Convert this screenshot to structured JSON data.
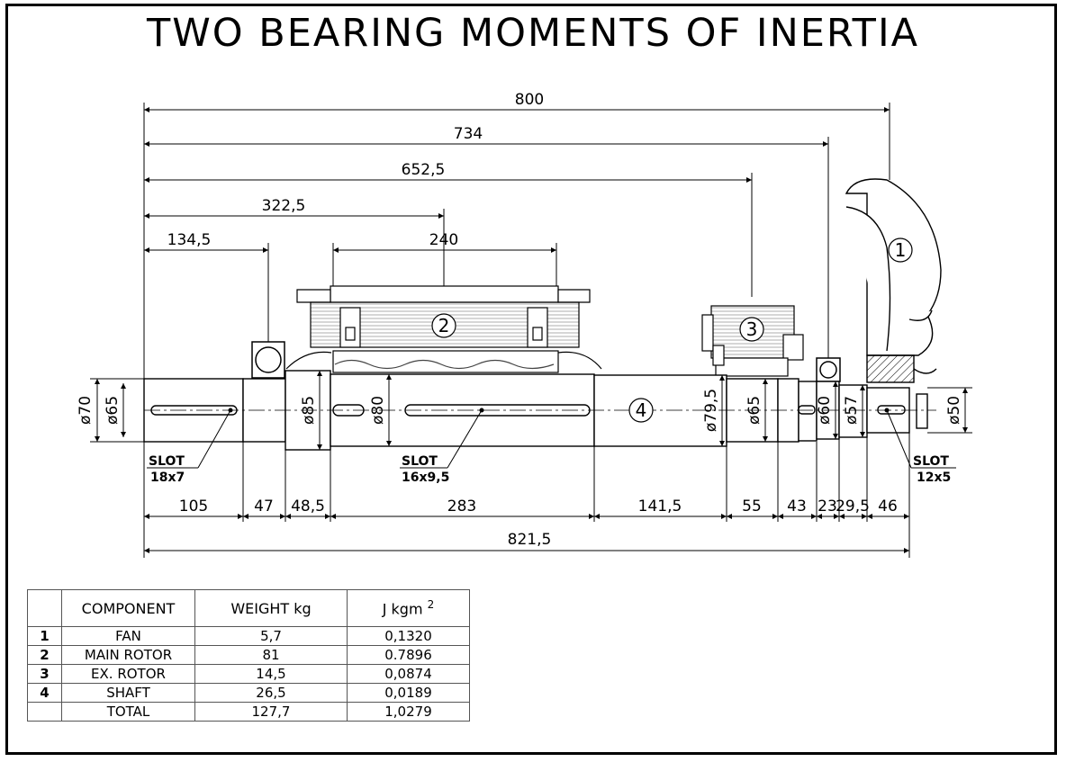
{
  "title": "TWO BEARING MOMENTS OF INERTIA",
  "dimensions": {
    "top": [
      "800",
      "734",
      "652,5",
      "322,5",
      "134,5",
      "240"
    ],
    "bottom": [
      "105",
      "47",
      "48,5",
      "283",
      "141,5",
      "55",
      "43",
      "23",
      "29,5",
      "46"
    ],
    "total": "821,5"
  },
  "diameters": [
    "ø70",
    "ø65",
    "ø85",
    "ø80",
    "ø79,5",
    "ø65",
    "ø60",
    "ø57",
    "ø50"
  ],
  "slots": [
    {
      "label": "SLOT",
      "size": "18x7"
    },
    {
      "label": "SLOT",
      "size": "16x9,5"
    },
    {
      "label": "SLOT",
      "size": "12x5"
    }
  ],
  "bubbles": [
    "1",
    "2",
    "3",
    "4"
  ],
  "table": {
    "headers": {
      "component": "COMPONENT",
      "weight": "WEIGHT  kg",
      "inertia": "J  kgm",
      "inertia_exp": "2"
    },
    "rows": [
      {
        "index": "1",
        "component": "FAN",
        "weight": "5,7",
        "inertia": "0,1320"
      },
      {
        "index": "2",
        "component": "MAIN ROTOR",
        "weight": "81",
        "inertia": "0.7896"
      },
      {
        "index": "3",
        "component": "EX. ROTOR",
        "weight": "14,5",
        "inertia": "0,0874"
      },
      {
        "index": "4",
        "component": "SHAFT",
        "weight": "26,5",
        "inertia": "0,0189"
      }
    ],
    "total": {
      "index": "",
      "component": "TOTAL",
      "weight": "127,7",
      "inertia": "1,0279"
    }
  }
}
